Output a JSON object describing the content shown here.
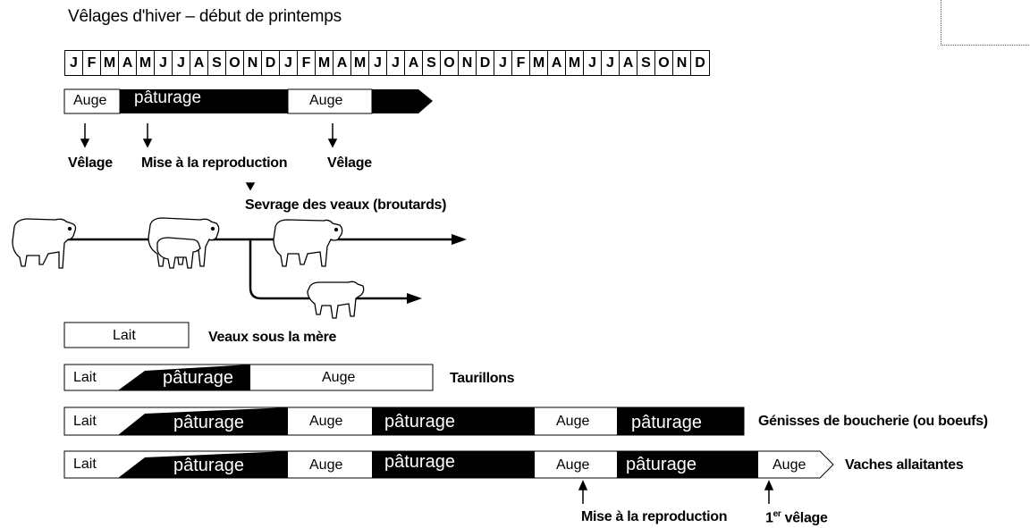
{
  "title": "Vêlages d'hiver – début de printemps",
  "months": [
    "J",
    "F",
    "M",
    "A",
    "M",
    "J",
    "J",
    "A",
    "S",
    "O",
    "N",
    "D",
    "J",
    "F",
    "M",
    "A",
    "M",
    "J",
    "J",
    "A",
    "S",
    "O",
    "N",
    "D",
    "J",
    "F",
    "M",
    "A",
    "M",
    "J",
    "J",
    "A",
    "S",
    "O",
    "N",
    "D"
  ],
  "top_bar": {
    "auge_1": "Auge",
    "paturage": "pâturage",
    "auge_2": "Auge"
  },
  "events": {
    "velage_1": "Vêlage",
    "mise_reproduction": "Mise à la reproduction",
    "velage_2": "Vêlage",
    "sevrage": "Sevrage des veaux (broutards)"
  },
  "veaux": {
    "lait": "Lait",
    "label": "Veaux sous la mère"
  },
  "taurillons": {
    "lait": "Lait",
    "paturage": "pâturage",
    "auge": "Auge",
    "label": "Taurillons"
  },
  "genisses": {
    "lait": "Lait",
    "paturage_1": "pâturage",
    "auge_1": "Auge",
    "paturage_2": "pâturage",
    "auge_2": "Auge",
    "paturage_3": "pâturage",
    "label": "Génisses de boucherie (ou boeufs)"
  },
  "vaches": {
    "lait": "Lait",
    "paturage_1": "pâturage",
    "auge_1": "Auge",
    "paturage_2": "pâturage",
    "auge_2": "Auge",
    "paturage_3": "pâturage",
    "auge_3": "Auge",
    "label": "Vaches allaitantes"
  },
  "bottom_events": {
    "mise_reproduction": "Mise à la reproduction",
    "premier_velage_num": "1",
    "premier_velage_sup": "er",
    "premier_velage_text": " vêlage"
  }
}
